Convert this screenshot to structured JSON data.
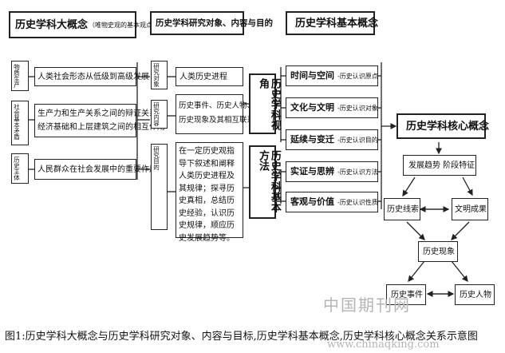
{
  "col1": {
    "header_main": "历史学科大概念",
    "header_sub": "（唯物史观的基本观点）",
    "labels": [
      "物质生产",
      "社会基本矛盾",
      "历史主体"
    ],
    "items": [
      "人类社会形态从低级到高级发展",
      "生产力和生产关系之间的辩证关系、",
      "经济基础和上层建筑之间的相互作用",
      "人民群众在社会发展中的重要作用等"
    ]
  },
  "col2": {
    "header": "历史学科研究对象、内容与目的",
    "labels": [
      "研究对象",
      "研究内容",
      "研究目的"
    ],
    "object": "人类历史进程",
    "content": [
      "历史事件、历史人物、",
      "历史现象及其相互联系"
    ],
    "purpose": "在一定历史观指导下叙述和阐释人类历史进程及其规律；探寻历史真相，总结历史经验，认识历史规律，顺应历史发展趋势等。"
  },
  "col3": {
    "perspective": "历史学科视角",
    "basic": "历史学科基本方法"
  },
  "col4": {
    "header": "历史学科基本概念",
    "concepts": [
      {
        "main": "时间与空间",
        "sub": "-历史认识原点"
      },
      {
        "main": "文化与文明",
        "sub": "-历史认识对象"
      },
      {
        "main": "延续与变迁",
        "sub": "-历史认识目的"
      },
      {
        "main": "实证与思辨",
        "sub": "-历史认识方法"
      },
      {
        "main": "客观与价值",
        "sub": "-历史认识性质"
      }
    ]
  },
  "col5": {
    "header": "历史学科核心概念",
    "trend": "发展趋势  阶段特征",
    "clue": "历史线索",
    "result": "文明成果",
    "phenomenon": "历史现象",
    "event": "历史事件",
    "person": "历史人物"
  },
  "watermark": {
    "cn": "中国期刊网",
    "url": "www.chinaqking.com"
  },
  "caption": "图1:历史学科大概念与历史学科研究对象、内容与目标,历史学科基本概念,历史学科核心概念关系示意图"
}
